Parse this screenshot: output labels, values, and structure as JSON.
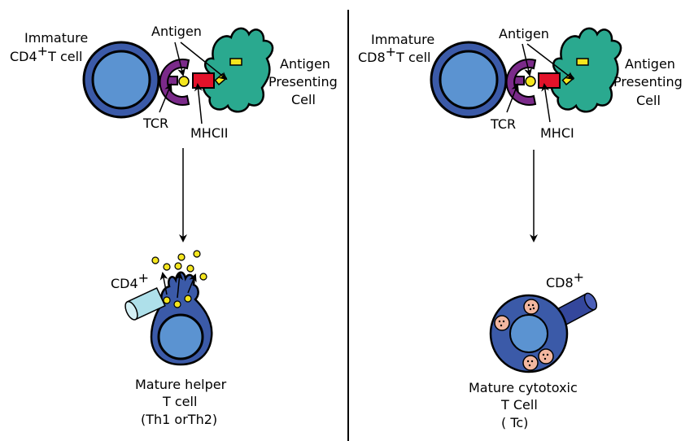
{
  "left_panel": {
    "t_cell_label_line1": "Immature",
    "t_cell_label_line2_prefix": "CD4",
    "t_cell_label_line2_sup": "+",
    "t_cell_label_line2_suffix": "T cell",
    "antigen_label": "Antigen",
    "apc_label_line1": "Antigen",
    "apc_label_line2": "Presenting",
    "apc_label_line3": "Cell",
    "receptor_label": "TCR",
    "mhc_label": "MHCII",
    "marker_label": "CD4",
    "marker_sup": "+",
    "result_line1": "Mature helper",
    "result_line2": "T cell",
    "result_line3": "(Th1 orTh2)"
  },
  "right_panel": {
    "t_cell_label_line1": "Immature",
    "t_cell_label_line2_prefix": "CD8",
    "t_cell_label_line2_sup": "+",
    "t_cell_label_line2_suffix": "T cell",
    "antigen_label": "Antigen",
    "apc_label_line1": "Antigen",
    "apc_label_line2": "Presenting",
    "apc_label_line3": "Cell",
    "receptor_label": "TCR",
    "mhc_label": "MHCI",
    "marker_label": "CD8",
    "marker_sup": "+",
    "result_line1": "Mature cytotoxic",
    "result_line2": "T Cell",
    "result_line3": "(  Tc)"
  },
  "colors": {
    "cell_outer": "#3b5aa8",
    "cell_nucleus": "#5b93d1",
    "apc": "#2aa98f",
    "tcr": "#7b2a8a",
    "mhc": "#e3122a",
    "antigen": "#f5e61e",
    "cd4_marker": "#aee0ea",
    "cd8_marker": "#34479c",
    "granule": "#f2b7a0"
  }
}
